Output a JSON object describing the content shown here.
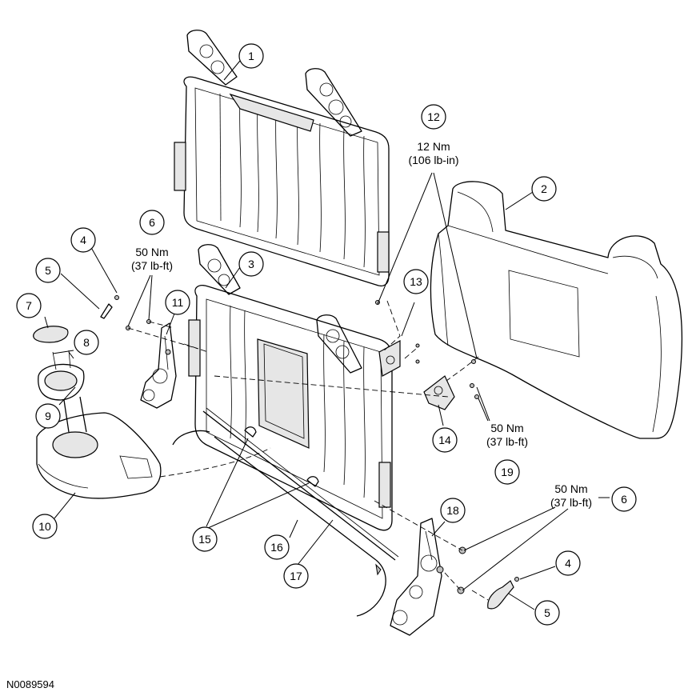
{
  "figure": {
    "id": "N0089594"
  },
  "callouts": [
    {
      "n": "1"
    },
    {
      "n": "2"
    },
    {
      "n": "3"
    },
    {
      "n": "4"
    },
    {
      "n": "5"
    },
    {
      "n": "6"
    },
    {
      "n": "7"
    },
    {
      "n": "8"
    },
    {
      "n": "9"
    },
    {
      "n": "10"
    },
    {
      "n": "11"
    },
    {
      "n": "12"
    },
    {
      "n": "13"
    },
    {
      "n": "14"
    },
    {
      "n": "15"
    },
    {
      "n": "16"
    },
    {
      "n": "17"
    },
    {
      "n": "18"
    },
    {
      "n": "19"
    },
    {
      "n": "4"
    },
    {
      "n": "5"
    },
    {
      "n": "6"
    }
  ],
  "torques": [
    {
      "line1": "12 Nm",
      "line2": "(106 lb-in)"
    },
    {
      "line1": "50 Nm",
      "line2": "(37 lb-ft)"
    },
    {
      "line1": "50 Nm",
      "line2": "(37 lb-ft)"
    },
    {
      "line1": "50 Nm",
      "line2": "(37 lb-ft)"
    }
  ]
}
